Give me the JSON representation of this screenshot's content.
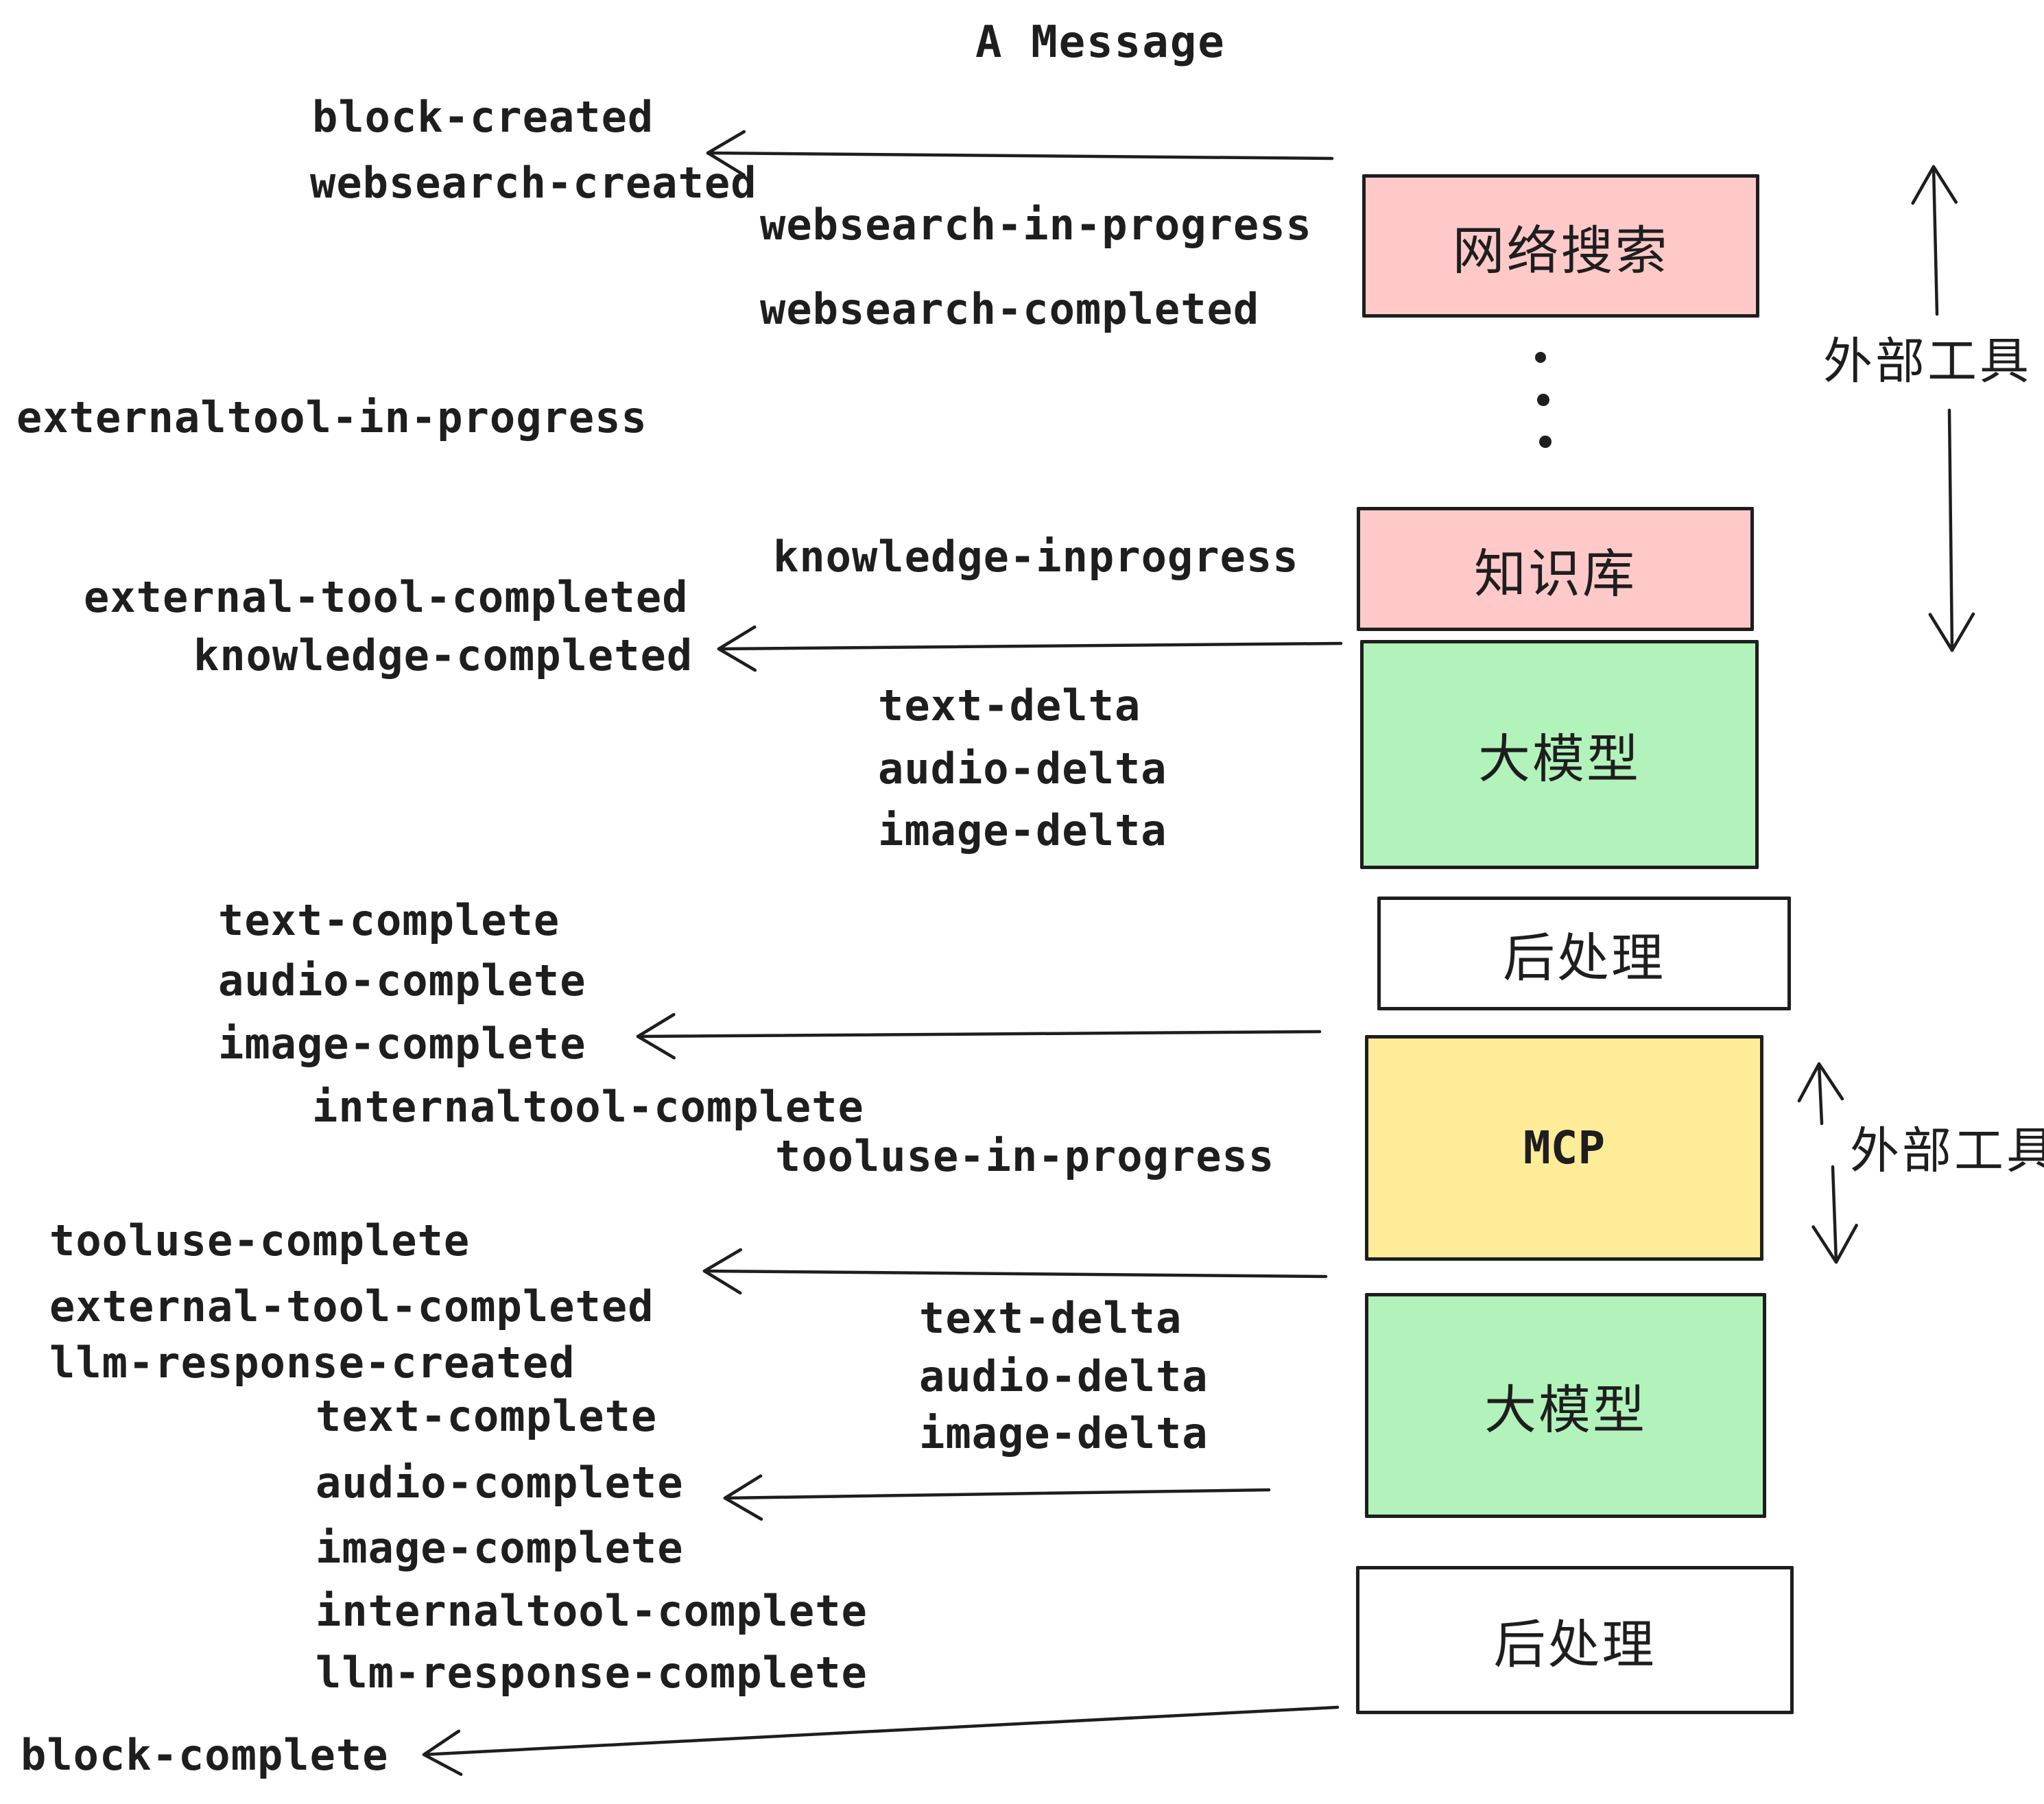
{
  "title": "A Message",
  "colors": {
    "stroke": "#1e1e1e",
    "box_pink": "#ffc9c9",
    "box_green": "#b2f2bb",
    "box_yellow": "#ffec99",
    "box_white": "#ffffff"
  },
  "boxes": {
    "websearch": {
      "label": "网络搜索",
      "fill": "#ffc9c9"
    },
    "knowledge": {
      "label": "知识库",
      "fill": "#ffc9c9"
    },
    "llm1": {
      "label": "大模型",
      "fill": "#b2f2bb"
    },
    "post1": {
      "label": "后处理",
      "fill": "#ffffff"
    },
    "mcp": {
      "label": "MCP",
      "fill": "#ffec99"
    },
    "llm2": {
      "label": "大模型",
      "fill": "#b2f2bb"
    },
    "post2": {
      "label": "后处理",
      "fill": "#ffffff"
    }
  },
  "side_labels": {
    "external_tools_top": "外部工具",
    "external_tools_mcp": "外部工具"
  },
  "events": {
    "block_created": "block-created",
    "websearch_created": "websearch-created",
    "websearch_in_progress": "websearch-in-progress",
    "websearch_completed": "websearch-completed",
    "externaltool_in_progress": "externaltool-in-progress",
    "knowledge_inprogress": "knowledge-inprogress",
    "external_tool_completed": "external-tool-completed",
    "knowledge_completed": "knowledge-completed",
    "text_delta_1": "text-delta",
    "audio_delta_1": "audio-delta",
    "image_delta_1": "image-delta",
    "text_complete_1": "text-complete",
    "audio_complete_1": "audio-complete",
    "image_complete_1": "image-complete",
    "internaltool_complete_1": "internaltool-complete",
    "tooluse_in_progress": "tooluse-in-progress",
    "tooluse_complete": "tooluse-complete",
    "external_tool_completed_2": "external-tool-completed",
    "llm_response_created": "llm-response-created",
    "text_complete_2": "text-complete",
    "audio_complete_2": "audio-complete",
    "image_complete_2": "image-complete",
    "internaltool_complete_2": "internaltool-complete",
    "llm_response_complete": "llm-response-complete",
    "text_delta_2": "text-delta",
    "audio_delta_2": "audio-delta",
    "image_delta_2": "image-delta",
    "block_complete": "block-complete"
  }
}
